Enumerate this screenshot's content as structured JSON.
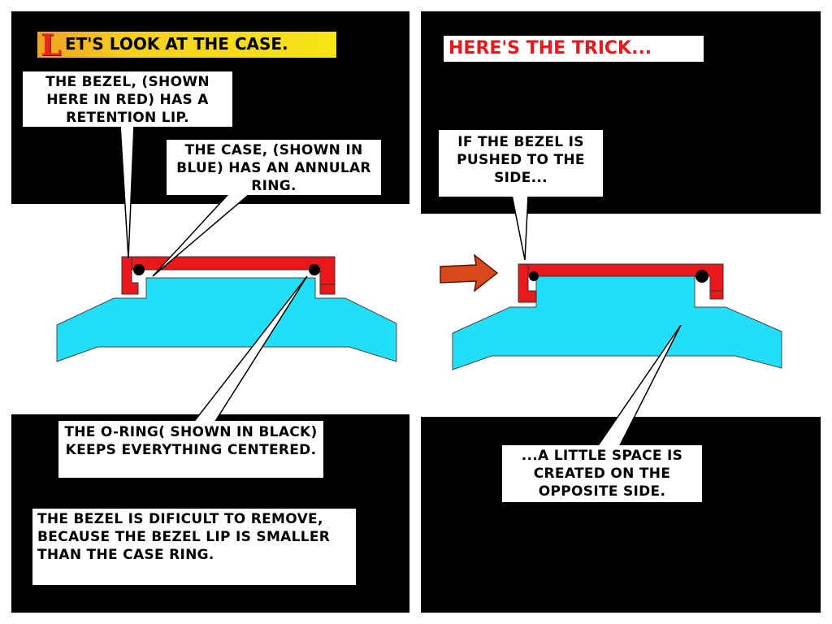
{
  "left_panel": {
    "title_dropcap": "L",
    "title_rest": "et's look at the case.",
    "caption_bezel": "The bezel, (shown here in red) has a retention lip.",
    "caption_case": "The case, (shown in blue) has an annular  ring.",
    "caption_oring": "The O-ring( shown in black) keeps everything centered.",
    "caption_remove": "The bezel is dificult to remove, because the bezel lip is smaller than the case ring."
  },
  "right_panel": {
    "title": "Here's the trick...",
    "caption_pushed": "If the bezel is pushed to the side...",
    "caption_space": "...a little space is created on the opposite side."
  },
  "colors": {
    "bezel": "#e8181c",
    "case": "#22dff7",
    "oring": "#000000",
    "title_gradient_start": "#f0a020",
    "title_gradient_end": "#f7e418",
    "arrow": "#d84a1c"
  }
}
